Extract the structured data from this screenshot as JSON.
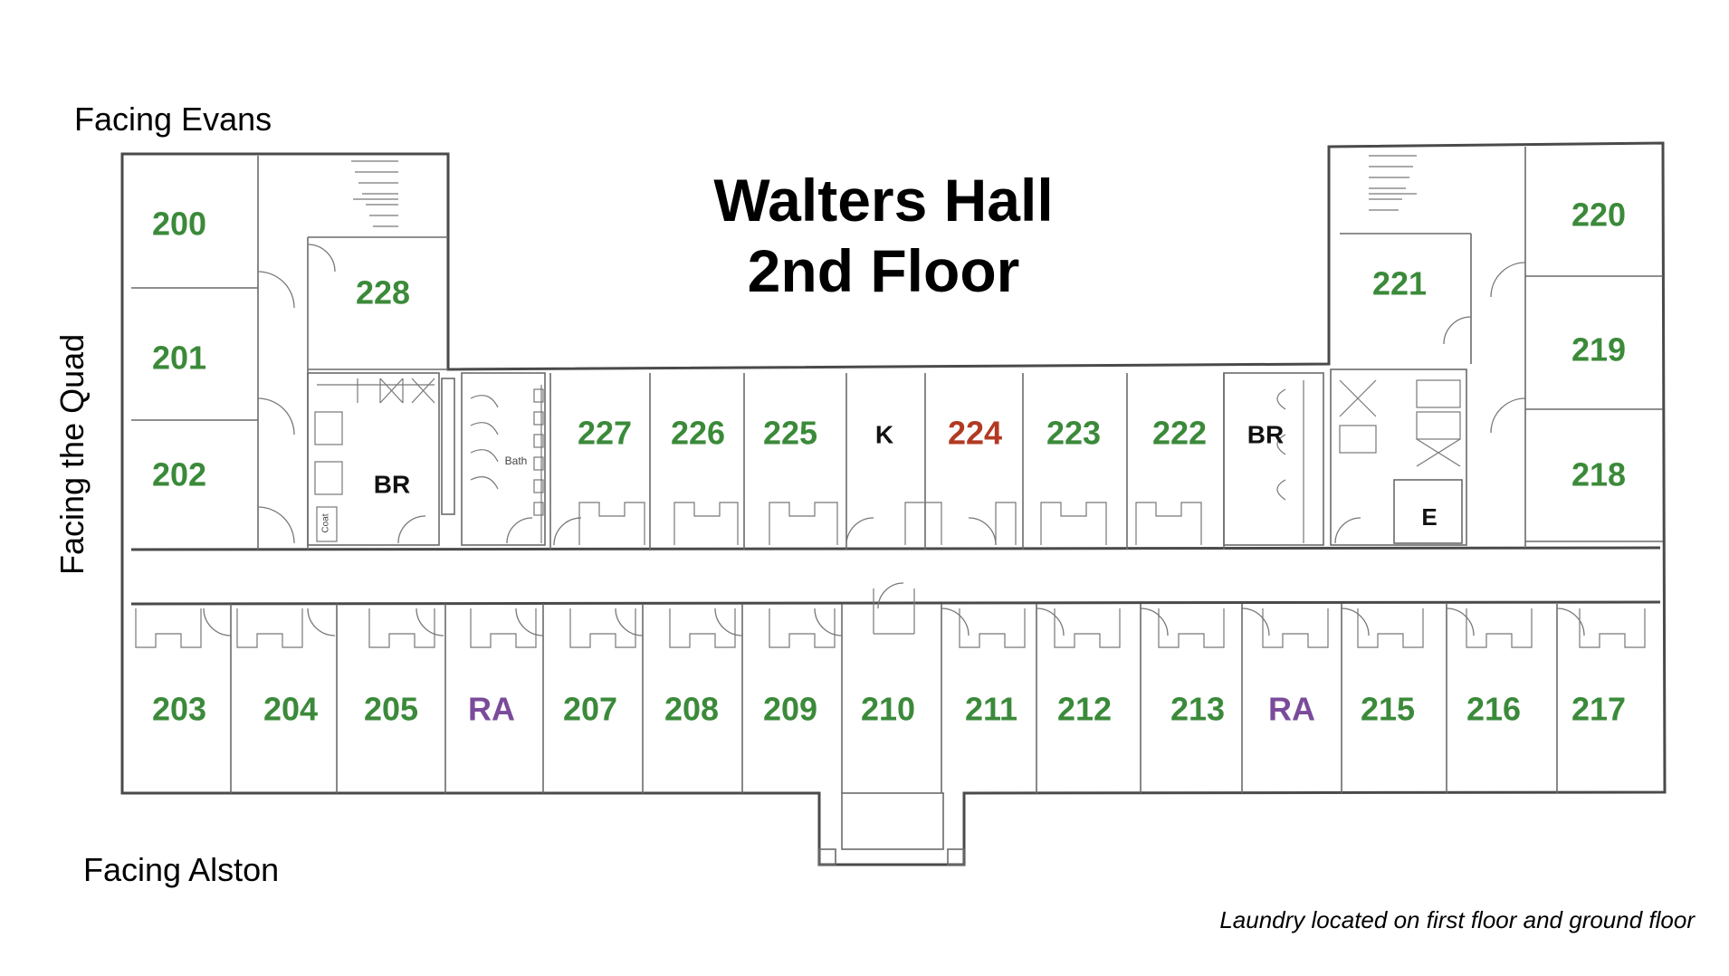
{
  "title": {
    "line1": "Walters Hall",
    "line2": "2nd Floor"
  },
  "orientation": {
    "top_left": "Facing Evans",
    "left_side": "Facing the Quad",
    "bottom_left": "Facing Alston"
  },
  "note": "Laundry located on first floor and ground floor",
  "colors": {
    "room": "#3b8a3a",
    "highlight_room": "#b23a23",
    "ra_room": "#7a4b9a",
    "facility": "#111111"
  },
  "rooms": {
    "r200": "200",
    "r201": "201",
    "r202": "202",
    "r228": "228",
    "r227": "227",
    "r226": "226",
    "r225": "225",
    "r224": "224",
    "r223": "223",
    "r222": "222",
    "r221": "221",
    "r220": "220",
    "r219": "219",
    "r218": "218",
    "r203": "203",
    "r204": "204",
    "r205": "205",
    "ra1": "RA",
    "r207": "207",
    "r208": "208",
    "r209": "209",
    "r210": "210",
    "r211": "211",
    "r212": "212",
    "r213": "213",
    "ra2": "RA",
    "r215": "215",
    "r216": "216",
    "r217": "217"
  },
  "facilities": {
    "bathroom_left": "BR",
    "bathroom_right": "BR",
    "kitchen": "K",
    "elevator": "E",
    "bath_small": "Bath",
    "closet_small": "Coat"
  }
}
